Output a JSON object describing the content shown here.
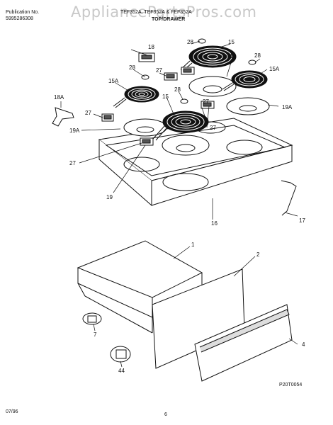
{
  "header": {
    "publication_label": "Publication No.",
    "publication_number": "5995286308",
    "models": "TEF352A, TEF352A & FEF352A",
    "section_title": "TOP/DRAWER"
  },
  "watermark": "AppliancePartsPros.com",
  "callouts": {
    "c1": "1",
    "c2": "2",
    "c4": "4",
    "c7": "7",
    "c15": "15",
    "c15A": "15A",
    "c16": "16",
    "c17": "17",
    "c18": "18",
    "c18A": "18A",
    "c19": "19",
    "c19A": "19A",
    "c27": "27",
    "c28": "28",
    "c44": "44"
  },
  "figure_code": "P20T0054",
  "footer": {
    "date": "07/96",
    "page": "6"
  }
}
